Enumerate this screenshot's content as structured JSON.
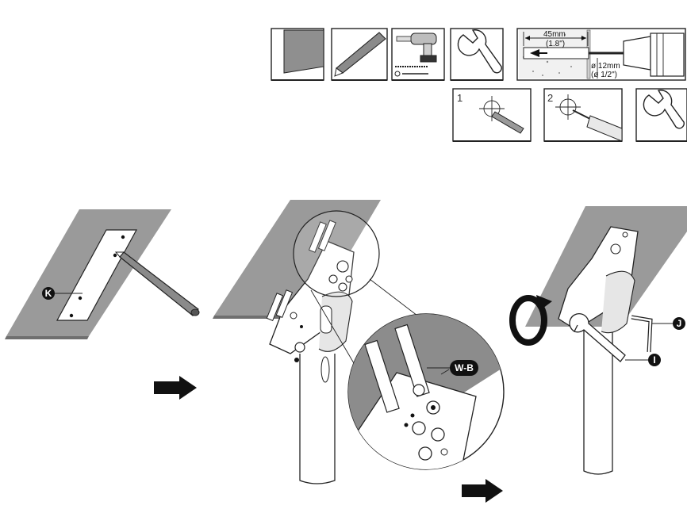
{
  "tools": {
    "drill_depth": "45mm",
    "drill_depth_in": "(1.8\")",
    "drill_diameter": "ø 12mm",
    "drill_diameter_in": "(ø 1/2\")",
    "step_1": "1",
    "step_2": "2"
  },
  "callouts": {
    "k": "K",
    "wb": "W-B",
    "j": "J",
    "i": "I"
  },
  "colors": {
    "wall": "#9a9a9a",
    "line": "#222222",
    "callout": "#111111"
  }
}
